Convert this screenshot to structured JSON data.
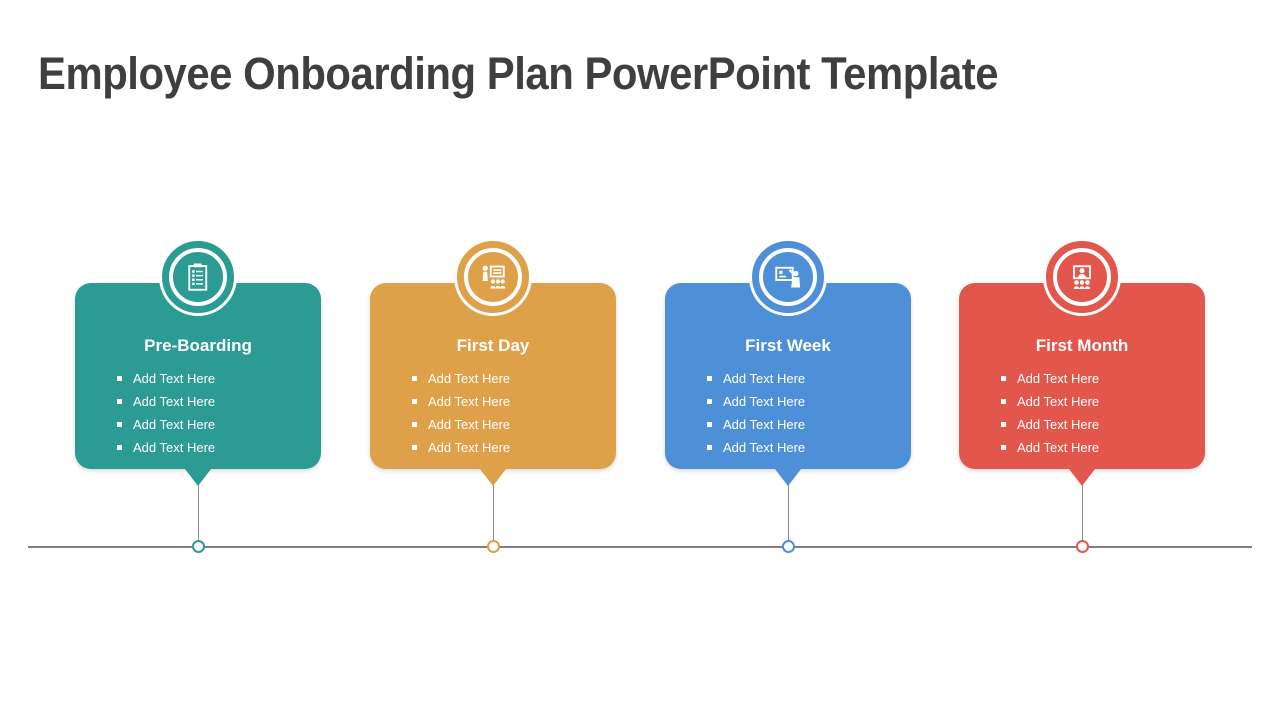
{
  "page": {
    "title": "Employee Onboarding Plan PowerPoint Template",
    "title_color": "#3F3F3F",
    "background": "#FFFFFF"
  },
  "timeline": {
    "line_color": "#7F7F7F",
    "connector_color": "#8C8C8C"
  },
  "cards": [
    {
      "title": "Pre-Boarding",
      "color": "#2B9B94",
      "icon": "checklist-clipboard-icon",
      "items": [
        "Add Text Here",
        "Add Text Here",
        "Add Text Here",
        "Add Text Here"
      ]
    },
    {
      "title": "First Day",
      "color": "#DFA04A",
      "icon": "orientation-presentation-icon",
      "items": [
        "Add Text Here",
        "Add Text Here",
        "Add Text Here",
        "Add Text Here"
      ]
    },
    {
      "title": "First Week",
      "color": "#4E90D8",
      "icon": "training-whiteboard-icon",
      "items": [
        "Add Text Here",
        "Add Text Here",
        "Add Text Here",
        "Add Text Here"
      ]
    },
    {
      "title": "First Month",
      "color": "#E2564B",
      "icon": "team-meeting-icon",
      "items": [
        "Add Text Here",
        "Add Text Here",
        "Add Text Here",
        "Add Text Here"
      ]
    }
  ]
}
